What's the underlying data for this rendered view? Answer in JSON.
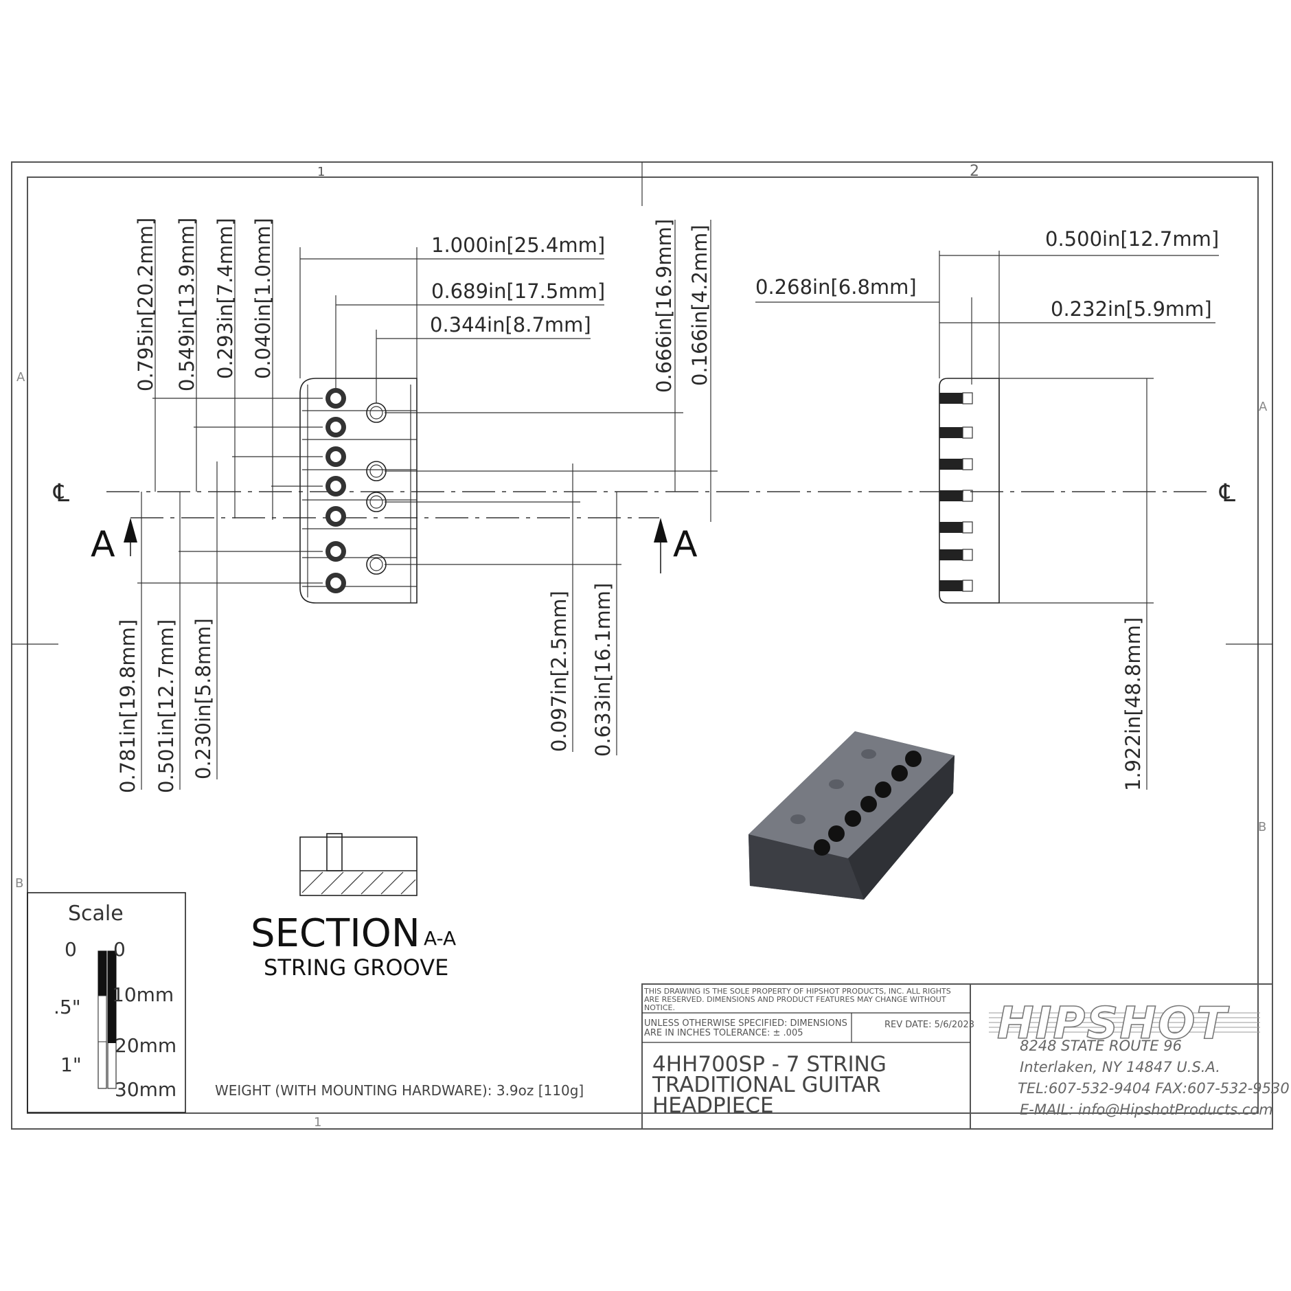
{
  "frame": {
    "zone_top_left": "1",
    "zone_top_right": "2",
    "zone_left_a": "A",
    "zone_right_a": "A",
    "zone_left_b": "B",
    "zone_right_b": "B",
    "zone_bottom_left": "1"
  },
  "front_view": {
    "cl_left": "℄",
    "cl_right": "℄",
    "section_label_left": "A",
    "section_label_right": "A",
    "dims": {
      "d1": "1.000in[25.4mm]",
      "d2": "0.689in[17.5mm]",
      "d3": "0.344in[8.7mm]",
      "v1": "0.795in[20.2mm]",
      "v2": "0.549in[13.9mm]",
      "v3": "0.293in[7.4mm]",
      "v4": "0.040in[1.0mm]",
      "v5": "0.666in[16.9mm]",
      "v6": "0.166in[4.2mm]",
      "b1": "0.781in[19.8mm]",
      "b2": "0.501in[12.7mm]",
      "b3": "0.230in[5.8mm]",
      "b4": "0.097in[2.5mm]",
      "b5": "0.633in[16.1mm]"
    }
  },
  "side_view": {
    "dims": {
      "s1": "0.500in[12.7mm]",
      "s2": "0.268in[6.8mm]",
      "s3": "0.232in[5.9mm]",
      "s4": "1.922in[48.8mm]"
    }
  },
  "section": {
    "title": "SECTION",
    "title_suffix": "A-A",
    "subtitle": "STRING GROOVE"
  },
  "scale": {
    "title": "Scale",
    "in_0": "0",
    "in_half": ".5\"",
    "in_1": "1\"",
    "mm_0": "0",
    "mm_10": "10mm",
    "mm_20": "20mm",
    "mm_30": "30mm"
  },
  "weight": "WEIGHT (WITH MOUNTING HARDWARE): 3.9oz [110g]",
  "title_block": {
    "notice_1": "THIS DRAWING IS THE SOLE PROPERTY OF HIPSHOT PRODUCTS, INC. ALL RIGHTS",
    "notice_2": "ARE RESERVED. DIMENSIONS AND PRODUCT FEATURES MAY CHANGE WITHOUT",
    "notice_3": "NOTICE.",
    "tol_1": "UNLESS OTHERWISE SPECIFIED: DIMENSIONS",
    "tol_2": "ARE IN INCHES TOLERANCE:  ± .005",
    "rev": "REV DATE: 5/6/2023",
    "part_1": "4HH700SP - 7 STRING",
    "part_2": "TRADITIONAL GUITAR",
    "part_3": "HEADPIECE",
    "logo": "HIPSHOT",
    "addr_1": "8248 STATE ROUTE 96",
    "addr_2": "Interlaken, NY 14847 U.S.A.",
    "addr_3": "TEL:607-532-9404 FAX:607-532-9530",
    "addr_4": "E-MAIL: info@HipshotProducts.com"
  }
}
